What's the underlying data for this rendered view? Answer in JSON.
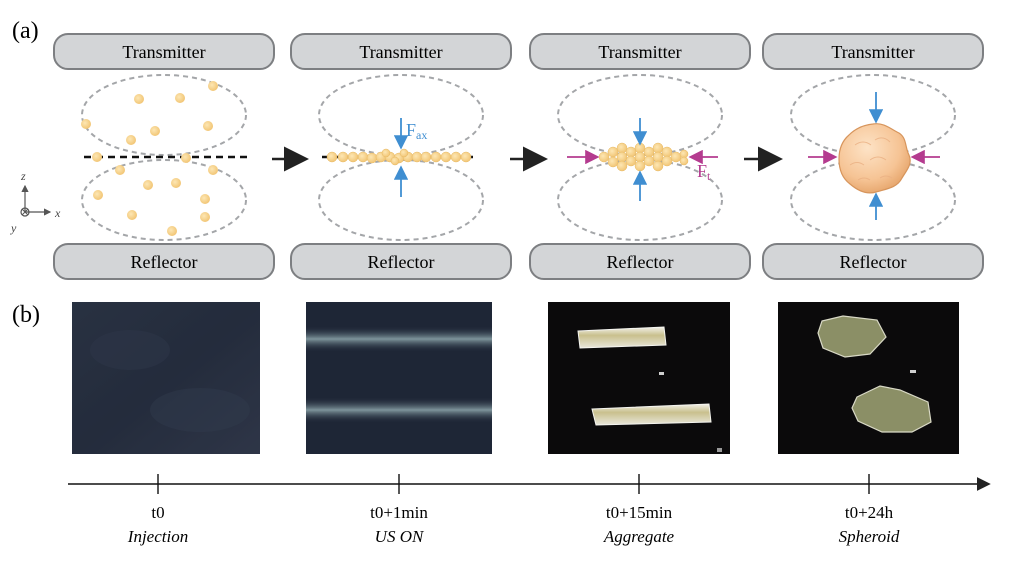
{
  "panel_labels": {
    "a": "(a)",
    "b": "(b)"
  },
  "stage_labels": {
    "transmitter": "Transmitter",
    "reflector": "Reflector"
  },
  "axes_labels": {
    "z": "z",
    "x": "x",
    "y": "y"
  },
  "force_labels": {
    "axial_main": "F",
    "axial_sub": "ax",
    "transverse_main": "F",
    "transverse_sub": "t"
  },
  "timeline": [
    {
      "time": "t0",
      "caption": "Injection"
    },
    {
      "time": "t0+1min",
      "caption": "US ON"
    },
    {
      "time": "t0+15min",
      "caption": "Aggregate"
    },
    {
      "time": "t0+24h",
      "caption": "Spheroid"
    }
  ],
  "colors": {
    "pill_fill": "#d3d5d7",
    "pill_stroke": "#7d7f82",
    "cell": "#f4cf86",
    "axial_arrow": "#3f8ed1",
    "transverse_arrow": "#b43b8f",
    "spheroid": "#f7c89a",
    "photo_dark_blue": "#1d2534",
    "photo_black": "#0b0a0b"
  }
}
